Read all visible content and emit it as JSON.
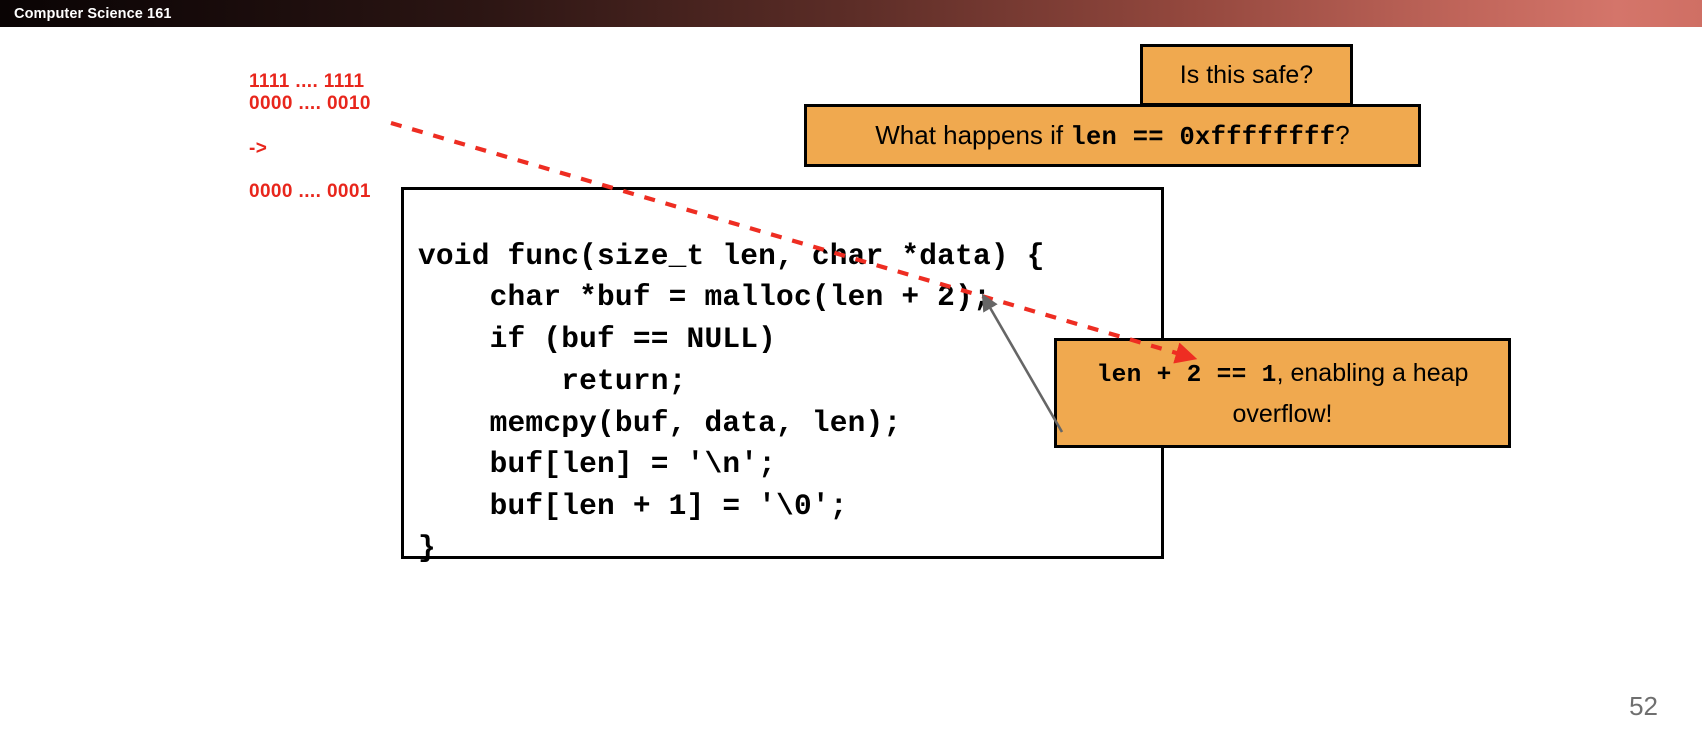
{
  "header": {
    "title": "Computer Science 161",
    "gradient_start": "#0a0404",
    "gradient_end": "#cf6f64"
  },
  "annotation": {
    "color": "#e8261c",
    "line1": "1111 .... 1111",
    "line2": "0000 .... 0010",
    "arrow_glyph": "->",
    "line3": "0000 .... 0001"
  },
  "code_box": {
    "language": "c",
    "code": "void func(size_t len, char *data) {\n    char *buf = malloc(len + 2);\n    if (buf == NULL)\n        return;\n    memcpy(buf, data, len);\n    buf[len] = '\\n';\n    buf[len + 1] = '\\0';\n}"
  },
  "callouts": {
    "color": "#f0a94f",
    "safe": {
      "text": "Is this safe?"
    },
    "len_question": {
      "prefix": "What happens if ",
      "code": "len == 0xffffffff",
      "suffix": "?"
    },
    "overflow": {
      "code": "len + 2 == 1",
      "text": ", enabling a heap overflow!"
    }
  },
  "arrows": {
    "red_dashed_color": "#ee2d22",
    "gray_color": "#666666"
  },
  "footer": {
    "page_number": "52"
  }
}
